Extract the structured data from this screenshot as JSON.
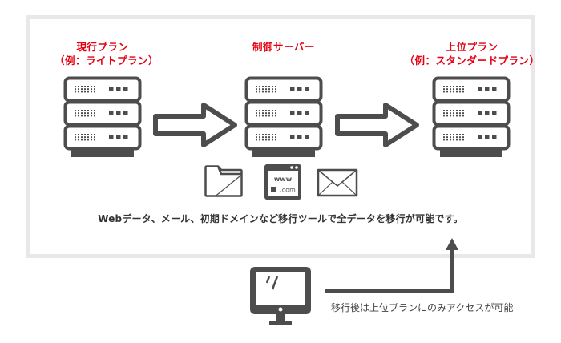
{
  "colors": {
    "label_red": "#e60012",
    "icon_gray": "#4d4d4d",
    "frame_gray": "#e8e8e8",
    "text": "#333333"
  },
  "nodes": [
    {
      "id": "current-plan",
      "title": "現行プラン",
      "subtitle": "（例：ライトプラン）",
      "icon": "server-icon"
    },
    {
      "id": "control-server",
      "title": "制御サーバー",
      "subtitle": "",
      "icon": "server-icon"
    },
    {
      "id": "upper-plan",
      "title": "上位プラン",
      "subtitle": "（例：スタンダードプラン）",
      "icon": "server-icon"
    }
  ],
  "arrows": [
    {
      "from": "current-plan",
      "to": "control-server",
      "icon": "arrow-right-icon"
    },
    {
      "from": "control-server",
      "to": "upper-plan",
      "icon": "arrow-right-icon"
    }
  ],
  "migration_items": [
    {
      "icon": "folder-icon",
      "label": ""
    },
    {
      "icon": "website-icon",
      "label": "",
      "text_line1": "www",
      "text_line2": ".com"
    },
    {
      "icon": "mail-icon",
      "label": ""
    }
  ],
  "caption": "Webデータ、メール、初期ドメインなど移行ツールで全データを移行が可能です。",
  "client": {
    "icon": "monitor-icon",
    "access_text": "移行後は上位プランにのみアクセスが可能",
    "target": "upper-plan"
  }
}
